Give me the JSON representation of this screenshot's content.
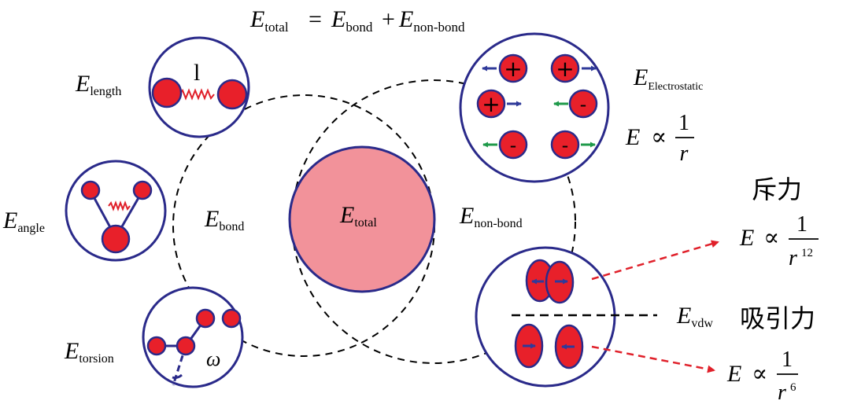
{
  "colors": {
    "ring": "#2a2a8a",
    "particle": "#e8202a",
    "total_fill": "#f2929a",
    "arrow_blue": "#2f3a9a",
    "arrow_green": "#1f9a4a",
    "dashed_red": "#e0202a",
    "spring": "#e0202a"
  },
  "equation": {
    "lhs": {
      "main": "E",
      "sub": "total"
    },
    "eq": "=",
    "term1": {
      "main": "E",
      "sub": "bond"
    },
    "plus": "+",
    "term2": {
      "main": "E",
      "sub": "non-bond"
    }
  },
  "labels": {
    "length": {
      "main": "E",
      "sub": "length"
    },
    "angle": {
      "main": "E",
      "sub": "angle"
    },
    "torsion": {
      "main": "E",
      "sub": "torsion"
    },
    "bond": {
      "main": "E",
      "sub": "bond"
    },
    "total": {
      "main": "E",
      "sub": "total"
    },
    "nonbond": {
      "main": "E",
      "sub": "non-bond"
    },
    "electrostatic": {
      "main": "E",
      "sub": "Electrostatic"
    },
    "vdw": {
      "main": "E",
      "sub": "vdw"
    },
    "length_symbol": "l",
    "torsion_symbol": "ω"
  },
  "relations": {
    "electrostatic": {
      "lhs": "E",
      "prop": "∝",
      "num": "1",
      "den": "r",
      "exp": ""
    },
    "repulsive": {
      "lhs": "E",
      "prop": "∝",
      "num": "1",
      "den": "r",
      "exp": "12"
    },
    "attractive": {
      "lhs": "E",
      "prop": "∝",
      "num": "1",
      "den": "r",
      "exp": "6"
    }
  },
  "forces": {
    "repulsive": "斥力",
    "attractive": "吸引力"
  },
  "charges": {
    "plus": "+",
    "minus": "-"
  }
}
